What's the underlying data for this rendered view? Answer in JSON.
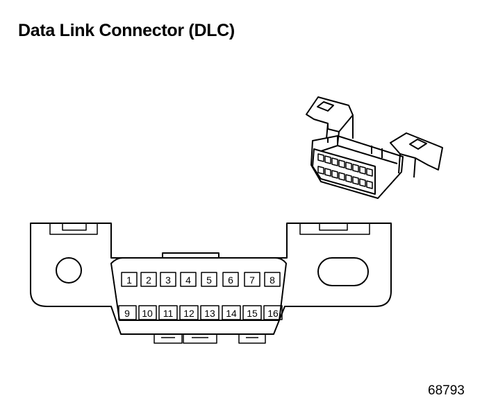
{
  "title": "Data Link Connector (DLC)",
  "figure_id": "68793",
  "pins": {
    "top_row": [
      "1",
      "2",
      "3",
      "4",
      "5",
      "6",
      "7",
      "8"
    ],
    "bottom_row": [
      "9",
      "10",
      "11",
      "12",
      "13",
      "14",
      "15",
      "16"
    ]
  },
  "colors": {
    "line": "#000000",
    "background": "#ffffff"
  }
}
